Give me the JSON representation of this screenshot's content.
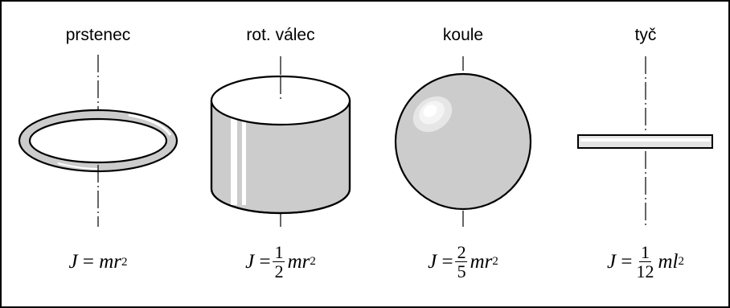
{
  "figure": {
    "items": [
      {
        "name": "prstenec",
        "formula": {
          "lhs": "J",
          "eq": "=",
          "num": "",
          "den": "",
          "body": "mr",
          "exp": "2"
        }
      },
      {
        "name": "rot.  válec",
        "formula": {
          "lhs": "J",
          "eq": "=",
          "num": "1",
          "den": "2",
          "body": "mr",
          "exp": "2"
        }
      },
      {
        "name": "koule",
        "formula": {
          "lhs": "J",
          "eq": "=",
          "num": "2",
          "den": "5",
          "body": "mr",
          "exp": "2"
        }
      },
      {
        "name": "tyč",
        "formula": {
          "lhs": "J",
          "eq": "=",
          "num": "1",
          "den": "12",
          "body": "ml",
          "exp": "2"
        }
      }
    ],
    "colors": {
      "fill": "#cccccc",
      "highlight": "#ffffff",
      "stroke": "#000000"
    }
  }
}
